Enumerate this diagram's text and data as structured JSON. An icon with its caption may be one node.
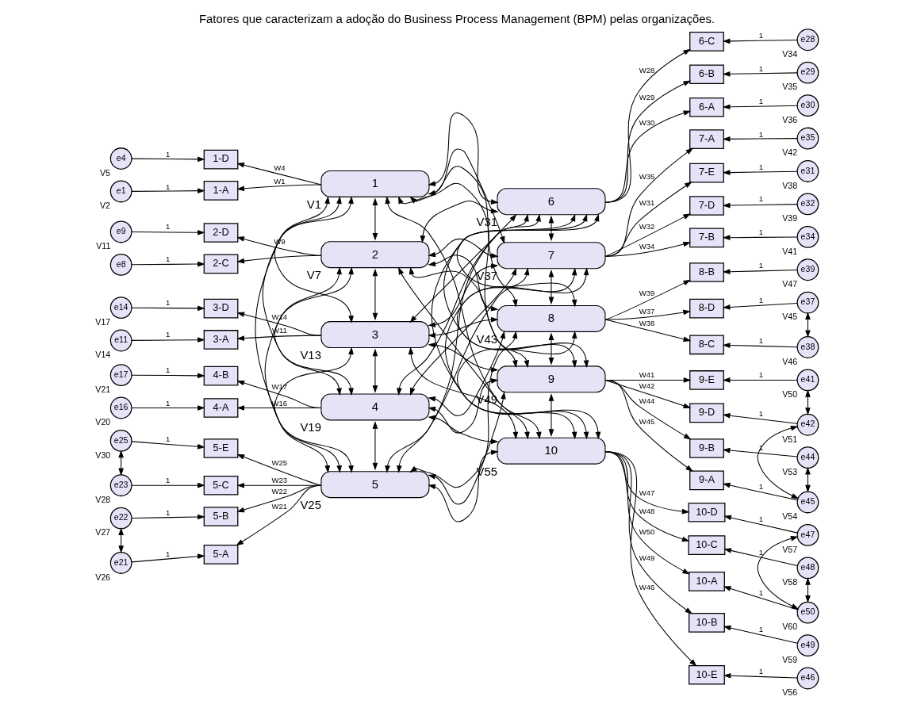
{
  "diagram": {
    "title": "Fatores que caracterizam a adoção do Business Process Management (BPM) pelas organizações.",
    "nodes": [
      {
        "text": [
          "1"
        ],
        "beside": [
          "V1"
        ]
      },
      {
        "text": [
          "2"
        ],
        "beside": [
          "V7"
        ]
      },
      {
        "text": [
          "3"
        ],
        "beside": [
          "V13"
        ]
      },
      {
        "text": [
          "4"
        ],
        "beside": [
          "V19"
        ]
      },
      {
        "text": [
          "5"
        ],
        "beside": [
          "V25"
        ]
      },
      {
        "text": [
          "6"
        ],
        "beside": [
          "V31"
        ]
      },
      {
        "text": [
          "7"
        ],
        "beside": [
          "V37"
        ]
      },
      {
        "text": [
          "8"
        ],
        "beside": [
          "V43"
        ]
      },
      {
        "text": [
          "9"
        ],
        "beside": [
          "V49"
        ]
      },
      {
        "text": [
          "10"
        ],
        "beside": [
          "V55"
        ]
      },
      {
        "text": [
          "1-D"
        ]
      },
      {
        "text": [
          "1-A"
        ]
      },
      {
        "text": [
          "2-D"
        ]
      },
      {
        "text": [
          "2-C"
        ]
      },
      {
        "text": [
          "3-D"
        ]
      },
      {
        "text": [
          "3-A"
        ]
      },
      {
        "text": [
          "4-B"
        ]
      },
      {
        "text": [
          "4-A"
        ]
      },
      {
        "text": [
          "5-E"
        ]
      },
      {
        "text": [
          "5-C"
        ]
      },
      {
        "text": [
          "5-B"
        ]
      },
      {
        "text": [
          "5-A"
        ]
      },
      {
        "text": [
          "6-C"
        ]
      },
      {
        "text": [
          "6-B"
        ]
      },
      {
        "text": [
          "6-A"
        ]
      },
      {
        "text": [
          "7-E"
        ]
      },
      {
        "text": [
          "7-D"
        ]
      },
      {
        "text": [
          "7-B"
        ]
      },
      {
        "text": [
          "7-A"
        ]
      },
      {
        "text": [
          "8-D"
        ]
      },
      {
        "text": [
          "8-C"
        ]
      },
      {
        "text": [
          "8-B"
        ]
      },
      {
        "text": [
          "9-E"
        ]
      },
      {
        "text": [
          "9-D"
        ]
      },
      {
        "text": [
          "9-B"
        ]
      },
      {
        "text": [
          "9-A"
        ]
      },
      {
        "text": [
          "10-E"
        ]
      },
      {
        "text": [
          "10-D"
        ]
      },
      {
        "text": [
          "10-C"
        ]
      },
      {
        "text": [
          "10-B"
        ]
      },
      {
        "text": [
          "10-A"
        ]
      },
      {
        "text": [
          "e4"
        ],
        "beside": [
          "V5"
        ]
      },
      {
        "text": [
          "e1"
        ],
        "beside": [
          "V2"
        ]
      },
      {
        "text": [
          "e9"
        ],
        "beside": [
          "V11"
        ]
      },
      {
        "text": [
          "e8"
        ]
      },
      {
        "text": [
          "e14"
        ],
        "beside": [
          "V17"
        ]
      },
      {
        "text": [
          "e11"
        ],
        "beside": [
          "V14"
        ]
      },
      {
        "text": [
          "e17"
        ],
        "beside": [
          "V21"
        ]
      },
      {
        "text": [
          "e16"
        ],
        "beside": [
          "V20"
        ]
      },
      {
        "text": [
          "e25"
        ],
        "beside": [
          "V30"
        ]
      },
      {
        "text": [
          "e23"
        ],
        "beside": [
          "V28"
        ]
      },
      {
        "text": [
          "e22"
        ],
        "beside": [
          "V27"
        ]
      },
      {
        "text": [
          "e21"
        ],
        "beside": [
          "V26"
        ]
      },
      {
        "text": [
          "e28"
        ],
        "beside": [
          "V34"
        ]
      },
      {
        "text": [
          "e29"
        ],
        "beside": [
          "V35"
        ]
      },
      {
        "text": [
          "e30"
        ],
        "beside": [
          "V36"
        ]
      },
      {
        "text": [
          "e31"
        ],
        "beside": [
          "V38"
        ]
      },
      {
        "text": [
          "e32"
        ],
        "beside": [
          "V39"
        ]
      },
      {
        "text": [
          "e34"
        ],
        "beside": [
          "V41"
        ]
      },
      {
        "text": [
          "e35"
        ],
        "beside": [
          "V42"
        ]
      },
      {
        "text": [
          "e37"
        ],
        "beside": [
          "V45"
        ]
      },
      {
        "text": [
          "e38"
        ],
        "beside": [
          "V46"
        ]
      },
      {
        "text": [
          "e39"
        ],
        "beside": [
          "V47"
        ]
      },
      {
        "text": [
          "e41"
        ],
        "beside": [
          "V50"
        ]
      },
      {
        "text": [
          "e42"
        ],
        "beside": [
          "V51"
        ]
      },
      {
        "text": [
          "e44"
        ],
        "beside": [
          "V53"
        ]
      },
      {
        "text": [
          "e45"
        ],
        "beside": [
          "V54"
        ]
      },
      {
        "text": [
          "e46"
        ],
        "beside": [
          "V56"
        ]
      },
      {
        "text": [
          "e47"
        ],
        "beside": [
          "V57"
        ]
      },
      {
        "text": [
          "e48"
        ],
        "beside": [
          "V58"
        ]
      },
      {
        "text": [
          "e49"
        ],
        "beside": [
          "V59"
        ]
      },
      {
        "text": [
          "e50"
        ],
        "beside": [
          "V60"
        ]
      }
    ],
    "edges": [
      {
        "from": 0,
        "to": 10,
        "arrow": "to",
        "label": "W4"
      },
      {
        "from": 0,
        "to": 11,
        "arrow": "to",
        "label": "W1"
      },
      {
        "from": 1,
        "to": 12,
        "arrow": "to",
        "label": "W9"
      },
      {
        "from": 1,
        "to": 13,
        "arrow": "to"
      },
      {
        "from": 2,
        "to": 14,
        "arrow": "to",
        "label": "W14"
      },
      {
        "from": 2,
        "to": 15,
        "arrow": "to",
        "label": "W11"
      },
      {
        "from": 3,
        "to": 16,
        "arrow": "to",
        "label": "W17"
      },
      {
        "from": 3,
        "to": 17,
        "arrow": "to",
        "label": "W16"
      },
      {
        "from": 4,
        "to": 18,
        "arrow": "to",
        "label": "W25"
      },
      {
        "from": 4,
        "to": 19,
        "arrow": "to",
        "label": "W23"
      },
      {
        "from": 4,
        "to": 20,
        "arrow": "to",
        "label": "W22"
      },
      {
        "from": 4,
        "to": 21,
        "arrow": "to",
        "label": "W21"
      },
      {
        "from": 5,
        "to": 22,
        "arrow": "to",
        "label": "W28"
      },
      {
        "from": 5,
        "to": 23,
        "arrow": "to",
        "label": "W29"
      },
      {
        "from": 5,
        "to": 24,
        "arrow": "to",
        "label": "W30"
      },
      {
        "from": 6,
        "to": 25,
        "arrow": "to",
        "label": "W31"
      },
      {
        "from": 6,
        "to": 26,
        "arrow": "to",
        "label": "W32"
      },
      {
        "from": 6,
        "to": 27,
        "arrow": "to",
        "label": "W34"
      },
      {
        "from": 6,
        "to": 28,
        "arrow": "to",
        "label": "W35"
      },
      {
        "from": 7,
        "to": 29,
        "arrow": "to",
        "label": "W37"
      },
      {
        "from": 7,
        "to": 30,
        "arrow": "to",
        "label": "W38"
      },
      {
        "from": 7,
        "to": 31,
        "arrow": "to",
        "label": "W39"
      },
      {
        "from": 8,
        "to": 32,
        "arrow": "to",
        "label": "W41"
      },
      {
        "from": 8,
        "to": 33,
        "arrow": "to",
        "label": "W42"
      },
      {
        "from": 8,
        "to": 34,
        "arrow": "to",
        "label": "W44"
      },
      {
        "from": 8,
        "to": 35,
        "arrow": "to",
        "label": "W45"
      },
      {
        "from": 9,
        "to": 36,
        "arrow": "to",
        "label": "W46"
      },
      {
        "from": 9,
        "to": 37,
        "arrow": "to",
        "label": "W47"
      },
      {
        "from": 9,
        "to": 38,
        "arrow": "to",
        "label": "W48"
      },
      {
        "from": 9,
        "to": 39,
        "arrow": "to",
        "label": "W49"
      },
      {
        "from": 9,
        "to": 40,
        "arrow": "to",
        "label": "W50"
      },
      {
        "from": 41,
        "to": 10,
        "arrow": "to",
        "label": "1"
      },
      {
        "from": 42,
        "to": 11,
        "arrow": "to",
        "label": "1"
      },
      {
        "from": 43,
        "to": 12,
        "arrow": "to",
        "label": "1"
      },
      {
        "from": 44,
        "to": 13,
        "arrow": "to",
        "label": "1"
      },
      {
        "from": 45,
        "to": 14,
        "arrow": "to",
        "label": "1"
      },
      {
        "from": 46,
        "to": 15,
        "arrow": "to",
        "label": "1"
      },
      {
        "from": 47,
        "to": 16,
        "arrow": "to",
        "label": "1"
      },
      {
        "from": 48,
        "to": 17,
        "arrow": "to",
        "label": "1"
      },
      {
        "from": 49,
        "to": 18,
        "arrow": "to",
        "label": "1"
      },
      {
        "from": 50,
        "to": 19,
        "arrow": "to",
        "label": "1"
      },
      {
        "from": 51,
        "to": 20,
        "arrow": "to",
        "label": "1"
      },
      {
        "from": 52,
        "to": 21,
        "arrow": "to",
        "label": "1"
      },
      {
        "from": 53,
        "to": 22,
        "arrow": "to",
        "label": "1"
      },
      {
        "from": 54,
        "to": 23,
        "arrow": "to",
        "label": "1"
      },
      {
        "from": 55,
        "to": 24,
        "arrow": "to",
        "label": "1"
      },
      {
        "from": 56,
        "to": 25,
        "arrow": "to",
        "label": "1"
      },
      {
        "from": 57,
        "to": 26,
        "arrow": "to",
        "label": "1"
      },
      {
        "from": 58,
        "to": 27,
        "arrow": "to",
        "label": "1"
      },
      {
        "from": 59,
        "to": 28,
        "arrow": "to",
        "label": "1"
      },
      {
        "from": 60,
        "to": 29,
        "arrow": "to",
        "label": "1"
      },
      {
        "from": 61,
        "to": 30,
        "arrow": "to",
        "label": "1"
      },
      {
        "from": 62,
        "to": 31,
        "arrow": "to",
        "label": "1"
      },
      {
        "from": 63,
        "to": 32,
        "arrow": "to",
        "label": "1"
      },
      {
        "from": 64,
        "to": 33,
        "arrow": "to",
        "label": "1"
      },
      {
        "from": 65,
        "to": 34,
        "arrow": "to",
        "label": "1"
      },
      {
        "from": 66,
        "to": 35,
        "arrow": "to",
        "label": "1"
      },
      {
        "from": 67,
        "to": 36,
        "arrow": "to",
        "label": "1"
      },
      {
        "from": 68,
        "to": 37,
        "arrow": "to",
        "label": "1"
      },
      {
        "from": 69,
        "to": 38,
        "arrow": "to",
        "label": "1"
      },
      {
        "from": 70,
        "to": 39,
        "arrow": "to",
        "label": "1"
      },
      {
        "from": 71,
        "to": 40,
        "arrow": "to",
        "label": "1"
      },
      {
        "from": 0,
        "to": 5,
        "arrow": "both"
      },
      {
        "from": 1,
        "to": 6,
        "arrow": "both"
      },
      {
        "from": 2,
        "to": 7,
        "arrow": "both"
      },
      {
        "from": 3,
        "to": 8,
        "arrow": "both"
      },
      {
        "from": 4,
        "to": 9,
        "arrow": "both"
      },
      {
        "from": 0,
        "to": 1,
        "arrow": "both"
      },
      {
        "from": 0,
        "to": 2,
        "arrow": "both"
      },
      {
        "from": 0,
        "to": 3,
        "arrow": "both"
      },
      {
        "from": 0,
        "to": 4,
        "arrow": "both"
      },
      {
        "from": 0,
        "to": 6,
        "arrow": "both"
      },
      {
        "from": 0,
        "to": 7,
        "arrow": "both"
      },
      {
        "from": 0,
        "to": 8,
        "arrow": "both"
      },
      {
        "from": 0,
        "to": 9,
        "arrow": "both"
      },
      {
        "from": 1,
        "to": 2,
        "arrow": "both"
      },
      {
        "from": 1,
        "to": 3,
        "arrow": "both"
      },
      {
        "from": 1,
        "to": 4,
        "arrow": "both"
      },
      {
        "from": 1,
        "to": 5,
        "arrow": "both"
      },
      {
        "from": 1,
        "to": 7,
        "arrow": "both"
      },
      {
        "from": 1,
        "to": 8,
        "arrow": "both"
      },
      {
        "from": 1,
        "to": 9,
        "arrow": "both"
      },
      {
        "from": 2,
        "to": 3,
        "arrow": "both"
      },
      {
        "from": 2,
        "to": 4,
        "arrow": "both"
      },
      {
        "from": 2,
        "to": 5,
        "arrow": "both"
      },
      {
        "from": 2,
        "to": 6,
        "arrow": "both"
      },
      {
        "from": 2,
        "to": 8,
        "arrow": "both"
      },
      {
        "from": 2,
        "to": 9,
        "arrow": "both"
      },
      {
        "from": 3,
        "to": 4,
        "arrow": "both"
      },
      {
        "from": 3,
        "to": 5,
        "arrow": "both"
      },
      {
        "from": 3,
        "to": 6,
        "arrow": "both"
      },
      {
        "from": 3,
        "to": 7,
        "arrow": "both"
      },
      {
        "from": 3,
        "to": 9,
        "arrow": "both"
      },
      {
        "from": 4,
        "to": 5,
        "arrow": "both"
      },
      {
        "from": 4,
        "to": 6,
        "arrow": "both"
      },
      {
        "from": 4,
        "to": 7,
        "arrow": "both"
      },
      {
        "from": 4,
        "to": 8,
        "arrow": "both"
      },
      {
        "from": 5,
        "to": 6,
        "arrow": "both"
      },
      {
        "from": 5,
        "to": 7,
        "arrow": "both"
      },
      {
        "from": 5,
        "to": 8,
        "arrow": "both"
      },
      {
        "from": 5,
        "to": 9,
        "arrow": "both"
      },
      {
        "from": 6,
        "to": 7,
        "arrow": "both"
      },
      {
        "from": 6,
        "to": 8,
        "arrow": "both"
      },
      {
        "from": 6,
        "to": 9,
        "arrow": "both"
      },
      {
        "from": 7,
        "to": 8,
        "arrow": "both"
      },
      {
        "from": 7,
        "to": 9,
        "arrow": "both"
      },
      {
        "from": 8,
        "to": 9,
        "arrow": "both"
      },
      {
        "from": 49,
        "to": 50,
        "arrow": "both"
      },
      {
        "from": 51,
        "to": 52,
        "arrow": "both"
      },
      {
        "from": 60,
        "to": 61,
        "arrow": "both"
      },
      {
        "from": 63,
        "to": 64,
        "arrow": "both"
      },
      {
        "from": 64,
        "to": 66,
        "arrow": "both"
      },
      {
        "from": 65,
        "to": 66,
        "arrow": "both"
      },
      {
        "from": 68,
        "to": 71,
        "arrow": "both"
      },
      {
        "from": 69,
        "to": 71,
        "arrow": "both"
      }
    ]
  }
}
